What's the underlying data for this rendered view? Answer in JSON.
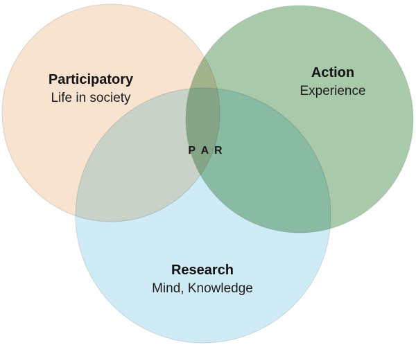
{
  "diagram": {
    "type": "venn",
    "center_label": "P A R",
    "background_color": "#ffffff",
    "circles": [
      {
        "id": "participatory",
        "label": "Participatory",
        "sublabel": "Life in society",
        "color": "#f8e3d0"
      },
      {
        "id": "action",
        "label": "Action",
        "sublabel": "Experience",
        "color": "#a8c9aa"
      },
      {
        "id": "research",
        "label": "Research",
        "sublabel": "Mind, Knowledge",
        "color": "#cfecf6"
      }
    ]
  }
}
